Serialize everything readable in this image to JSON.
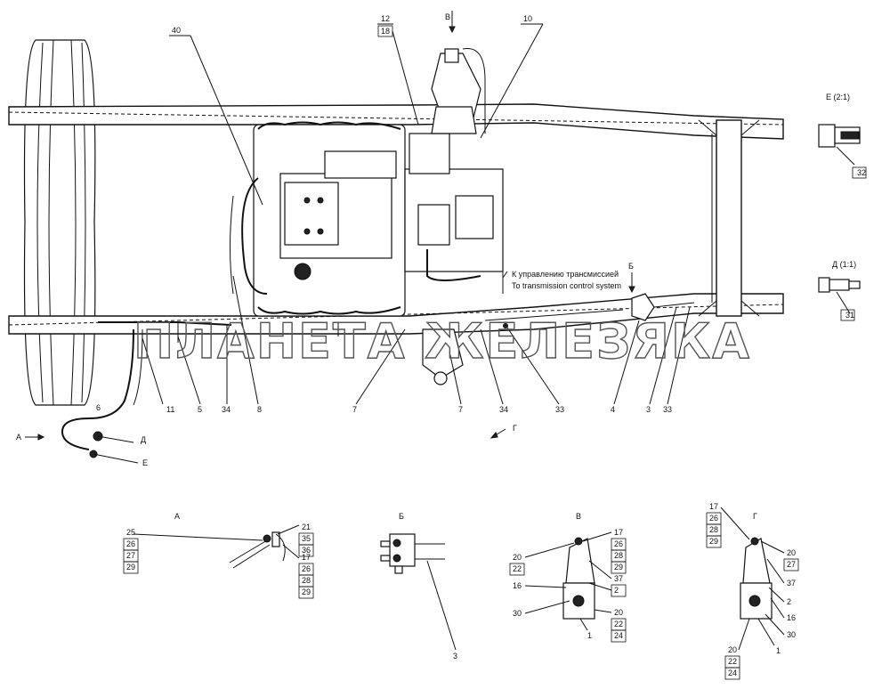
{
  "watermark": "ПЛАНЕТА ЖЕЛЕЗЯКА",
  "notes": {
    "transmission_ru": "К управлению трансмиссией",
    "transmission_en": "To transmission control system"
  },
  "views": {
    "A": "А",
    "B": "Б",
    "V": "В",
    "G": "Г",
    "D": "Д",
    "E": "Е",
    "E_scale": "Е (2:1)",
    "D_scale": "Д (1:1)"
  },
  "callouts": {
    "c40": "40",
    "c12": "12",
    "c18": "18",
    "c10": "10",
    "c32": "32",
    "c31": "31",
    "c11": "11",
    "c5": "5",
    "c34a": "34",
    "c8": "8",
    "c7a": "7",
    "c7b": "7",
    "c34b": "34",
    "c33a": "33",
    "c4": "4",
    "c3": "3",
    "c33b": "33",
    "c6": "6"
  },
  "detail_a": {
    "left": [
      "25",
      "26",
      "27",
      "29"
    ],
    "right_top": [
      "21",
      "35",
      "36"
    ],
    "right_bottom": [
      "17",
      "26",
      "28",
      "29"
    ]
  },
  "detail_b": {
    "callout": "3"
  },
  "detail_v": {
    "left_top": [
      "20",
      "22"
    ],
    "left_mid": [
      "16",
      "30"
    ],
    "right_top": [
      "17",
      "26",
      "28",
      "29"
    ],
    "right_mid": [
      "37",
      "2"
    ],
    "right_bottom": [
      "20",
      "22",
      "24"
    ],
    "bottom": "1"
  },
  "detail_g": {
    "left_top": [
      "17",
      "26",
      "28",
      "29"
    ],
    "right_top": [
      "20",
      "27"
    ],
    "right_mid": [
      "37",
      "2",
      "16",
      "30"
    ],
    "left_bottom": [
      "20",
      "22",
      "24"
    ],
    "bottom": "1"
  }
}
